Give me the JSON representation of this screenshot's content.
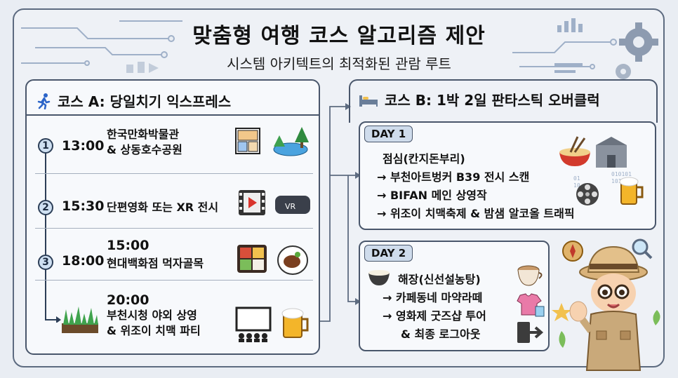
{
  "header": {
    "title": "맞춤형 여행 코스 알고리즘 제안",
    "subtitle": "시스템 아키텍트의 최적화된 관람 루트"
  },
  "course_a": {
    "title": "코스 A: 당일치기 익스프레스",
    "stops": [
      {
        "num": "1",
        "time": "13:00",
        "line1": "한국만화박물관",
        "line2": "& 상동호수공원"
      },
      {
        "num": "2",
        "time": "15:30",
        "line1": "단편영화 또는 XR 전시",
        "line2": ""
      },
      {
        "num": "3",
        "time": "18:00",
        "time_alt": "15:00",
        "line1": "현대백화점 먹자골목",
        "line2": ""
      },
      {
        "num": "",
        "time": "20:00",
        "line1": "부천시청 야외 상영",
        "line2": "& 위조이 치맥 파티"
      }
    ]
  },
  "course_b": {
    "title": "코스 B: 1박 2일 판타스틱 오버클럭",
    "day1": {
      "label": "DAY 1",
      "items": [
        "점심(칸지돈부리)",
        "→ 부천아트벙커 B39 전시 스캔",
        "→ BIFAN 메인 상영작",
        "→ 위조이 치맥축제 & 밤샘 알코올 트래픽"
      ]
    },
    "day2": {
      "label": "DAY 2",
      "items": [
        "해장(신선설농탕)",
        "→ 카페동네 마약라떼",
        "→ 영화제 굿즈샵 투어",
        "& 최종 로그아웃"
      ]
    }
  },
  "icons": {
    "runner": "running-person-icon",
    "bed": "bed-icon",
    "vr_label": "VR",
    "binary": [
      "01",
      "10",
      "010101",
      "1011"
    ]
  },
  "colors": {
    "accent_blue": "#2b64c8",
    "frame": "#49566b",
    "badge_bg": "#cfe0f2"
  }
}
